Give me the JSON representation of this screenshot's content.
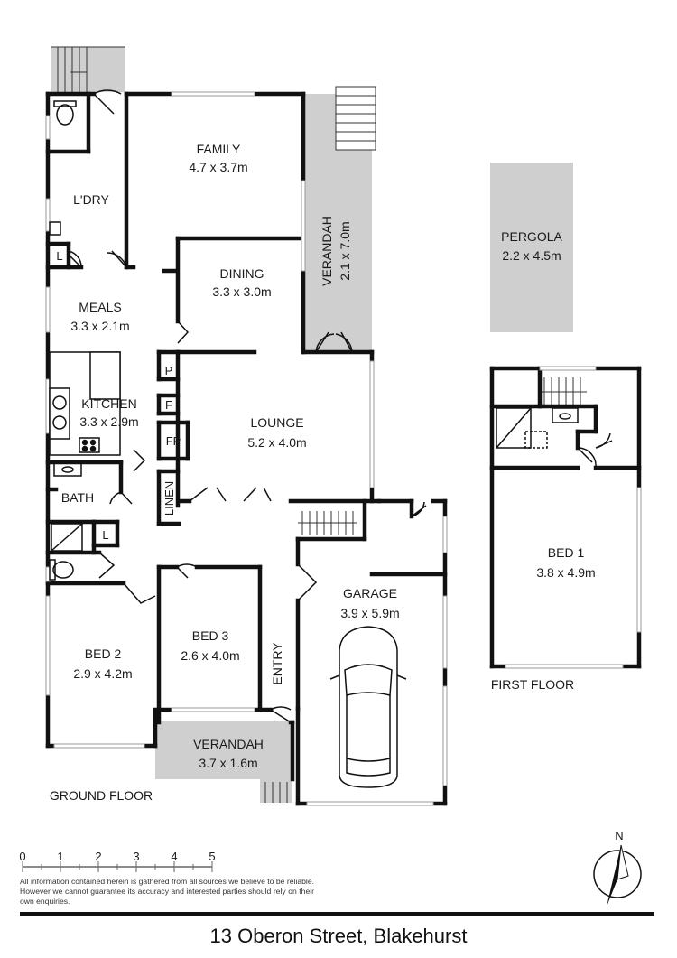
{
  "rooms": {
    "family": {
      "name": "FAMILY",
      "size": "4.7 x 3.7m"
    },
    "ldry": {
      "name": "L'DRY"
    },
    "dining": {
      "name": "DINING",
      "size": "3.3 x 3.0m"
    },
    "meals": {
      "name": "MEALS",
      "size": "3.3 x 2.1m"
    },
    "kitchen": {
      "name": "KITCHEN",
      "size": "3.3 x 2.9m"
    },
    "lounge": {
      "name": "LOUNGE",
      "size": "5.2 x 4.0m"
    },
    "verandah_side": {
      "name": "VERANDAH",
      "size": "2.1 x 7.0m"
    },
    "pergola": {
      "name": "PERGOLA",
      "size": "2.2 x 4.5m"
    },
    "bath": {
      "name": "BATH"
    },
    "linen": {
      "name": "LINEN"
    },
    "garage": {
      "name": "GARAGE",
      "size": "3.9 x 5.9m"
    },
    "bed3": {
      "name": "BED 3",
      "size": "2.6 x 4.0m"
    },
    "bed2": {
      "name": "BED 2",
      "size": "2.9 x 4.2m"
    },
    "entry": {
      "name": "ENTRY"
    },
    "verandah_front": {
      "name": "VERANDAH",
      "size": "3.7 x 1.6m"
    },
    "bed1": {
      "name": "BED 1",
      "size": "3.8 x 4.9m"
    }
  },
  "fixtures": {
    "pantry": "P",
    "fridge": "F",
    "fireplace": "FP",
    "linen_l_ldry": "L",
    "linen_l_bath": "L"
  },
  "floor_labels": {
    "ground": "GROUND FLOOR",
    "first": "FIRST FLOOR"
  },
  "scale_bar": {
    "ticks": [
      "0",
      "1",
      "2",
      "3",
      "4",
      "5"
    ]
  },
  "compass": {
    "north": "N"
  },
  "disclaimer": "All information contained herein is gathered from all sources we believe to be reliable. However we cannot guarantee its accuracy and interested parties should rely on their own enquiries.",
  "address": "13 Oberon Street, Blakehurst",
  "colors": {
    "wall": "#111111",
    "outdoor_fill": "#cfcfcf",
    "background": "#ffffff"
  }
}
